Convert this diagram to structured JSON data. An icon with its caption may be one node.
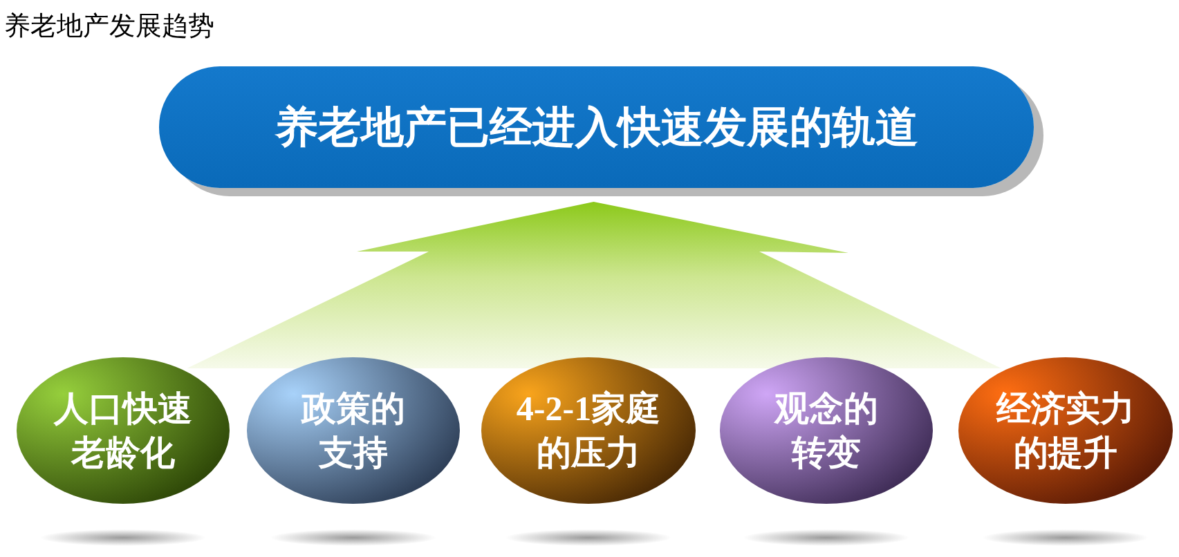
{
  "diagram": {
    "title": "养老地产发展趋势",
    "nodes": [
      {
        "text": [
          "养老地产已经进入快速发展的轨道"
        ]
      },
      {
        "text": [
          "人口快速老龄化"
        ]
      },
      {
        "text": [
          "政策的支持"
        ]
      },
      {
        "text": [
          "4-2-1家庭的压力"
        ]
      },
      {
        "text": [
          "观念的转变"
        ]
      },
      {
        "text": [
          "经济实力的提升"
        ]
      }
    ],
    "edges": [
      {
        "from": 1,
        "to": 0,
        "arrow": "to"
      },
      {
        "from": 2,
        "to": 0,
        "arrow": "to"
      },
      {
        "from": 3,
        "to": 0,
        "arrow": "to"
      },
      {
        "from": 4,
        "to": 0,
        "arrow": "to"
      },
      {
        "from": 5,
        "to": 0,
        "arrow": "to"
      }
    ]
  }
}
